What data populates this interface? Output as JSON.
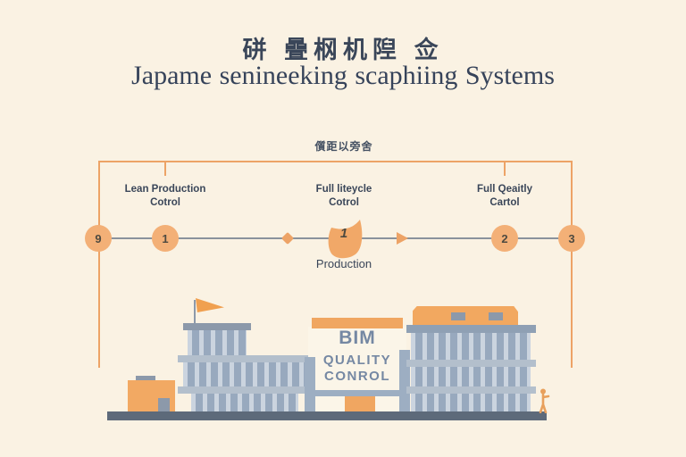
{
  "colors": {
    "background": "#FAF2E3",
    "ink": "#3A4659",
    "orange": "#EDA366",
    "orange_fill": "#F3B077",
    "gray_line": "#8A929C",
    "building_gray": "#98A9BE",
    "building_light": "#CBD4DF",
    "building_band": "#B3BFCC",
    "building_dark": "#8C99AA",
    "ground": "#5D6A7A",
    "sign_text": "#7588A3"
  },
  "header": {
    "title_cjk": "硑 曡㭎机隉 佥",
    "subtitle": "Japame senineeking scaphiing Systems"
  },
  "bracket": {
    "label_cjk": "儨距以旁舍"
  },
  "timeline": {
    "stage_labels": [
      {
        "line1": "Lean Production",
        "line2": "Cotrol"
      },
      {
        "line1": "Full liteycle",
        "line2": "Cotrol"
      },
      {
        "line1": "Full Qeaitly",
        "line2": "Cartol"
      }
    ],
    "nodes": {
      "left_edge": "9",
      "first": "1",
      "marker": "1",
      "second": "2",
      "third": "3"
    },
    "marker_caption": "Production"
  },
  "scene": {
    "sign": {
      "line1": "BIM",
      "line2": "QUALITY",
      "line3": "CONROL"
    }
  }
}
